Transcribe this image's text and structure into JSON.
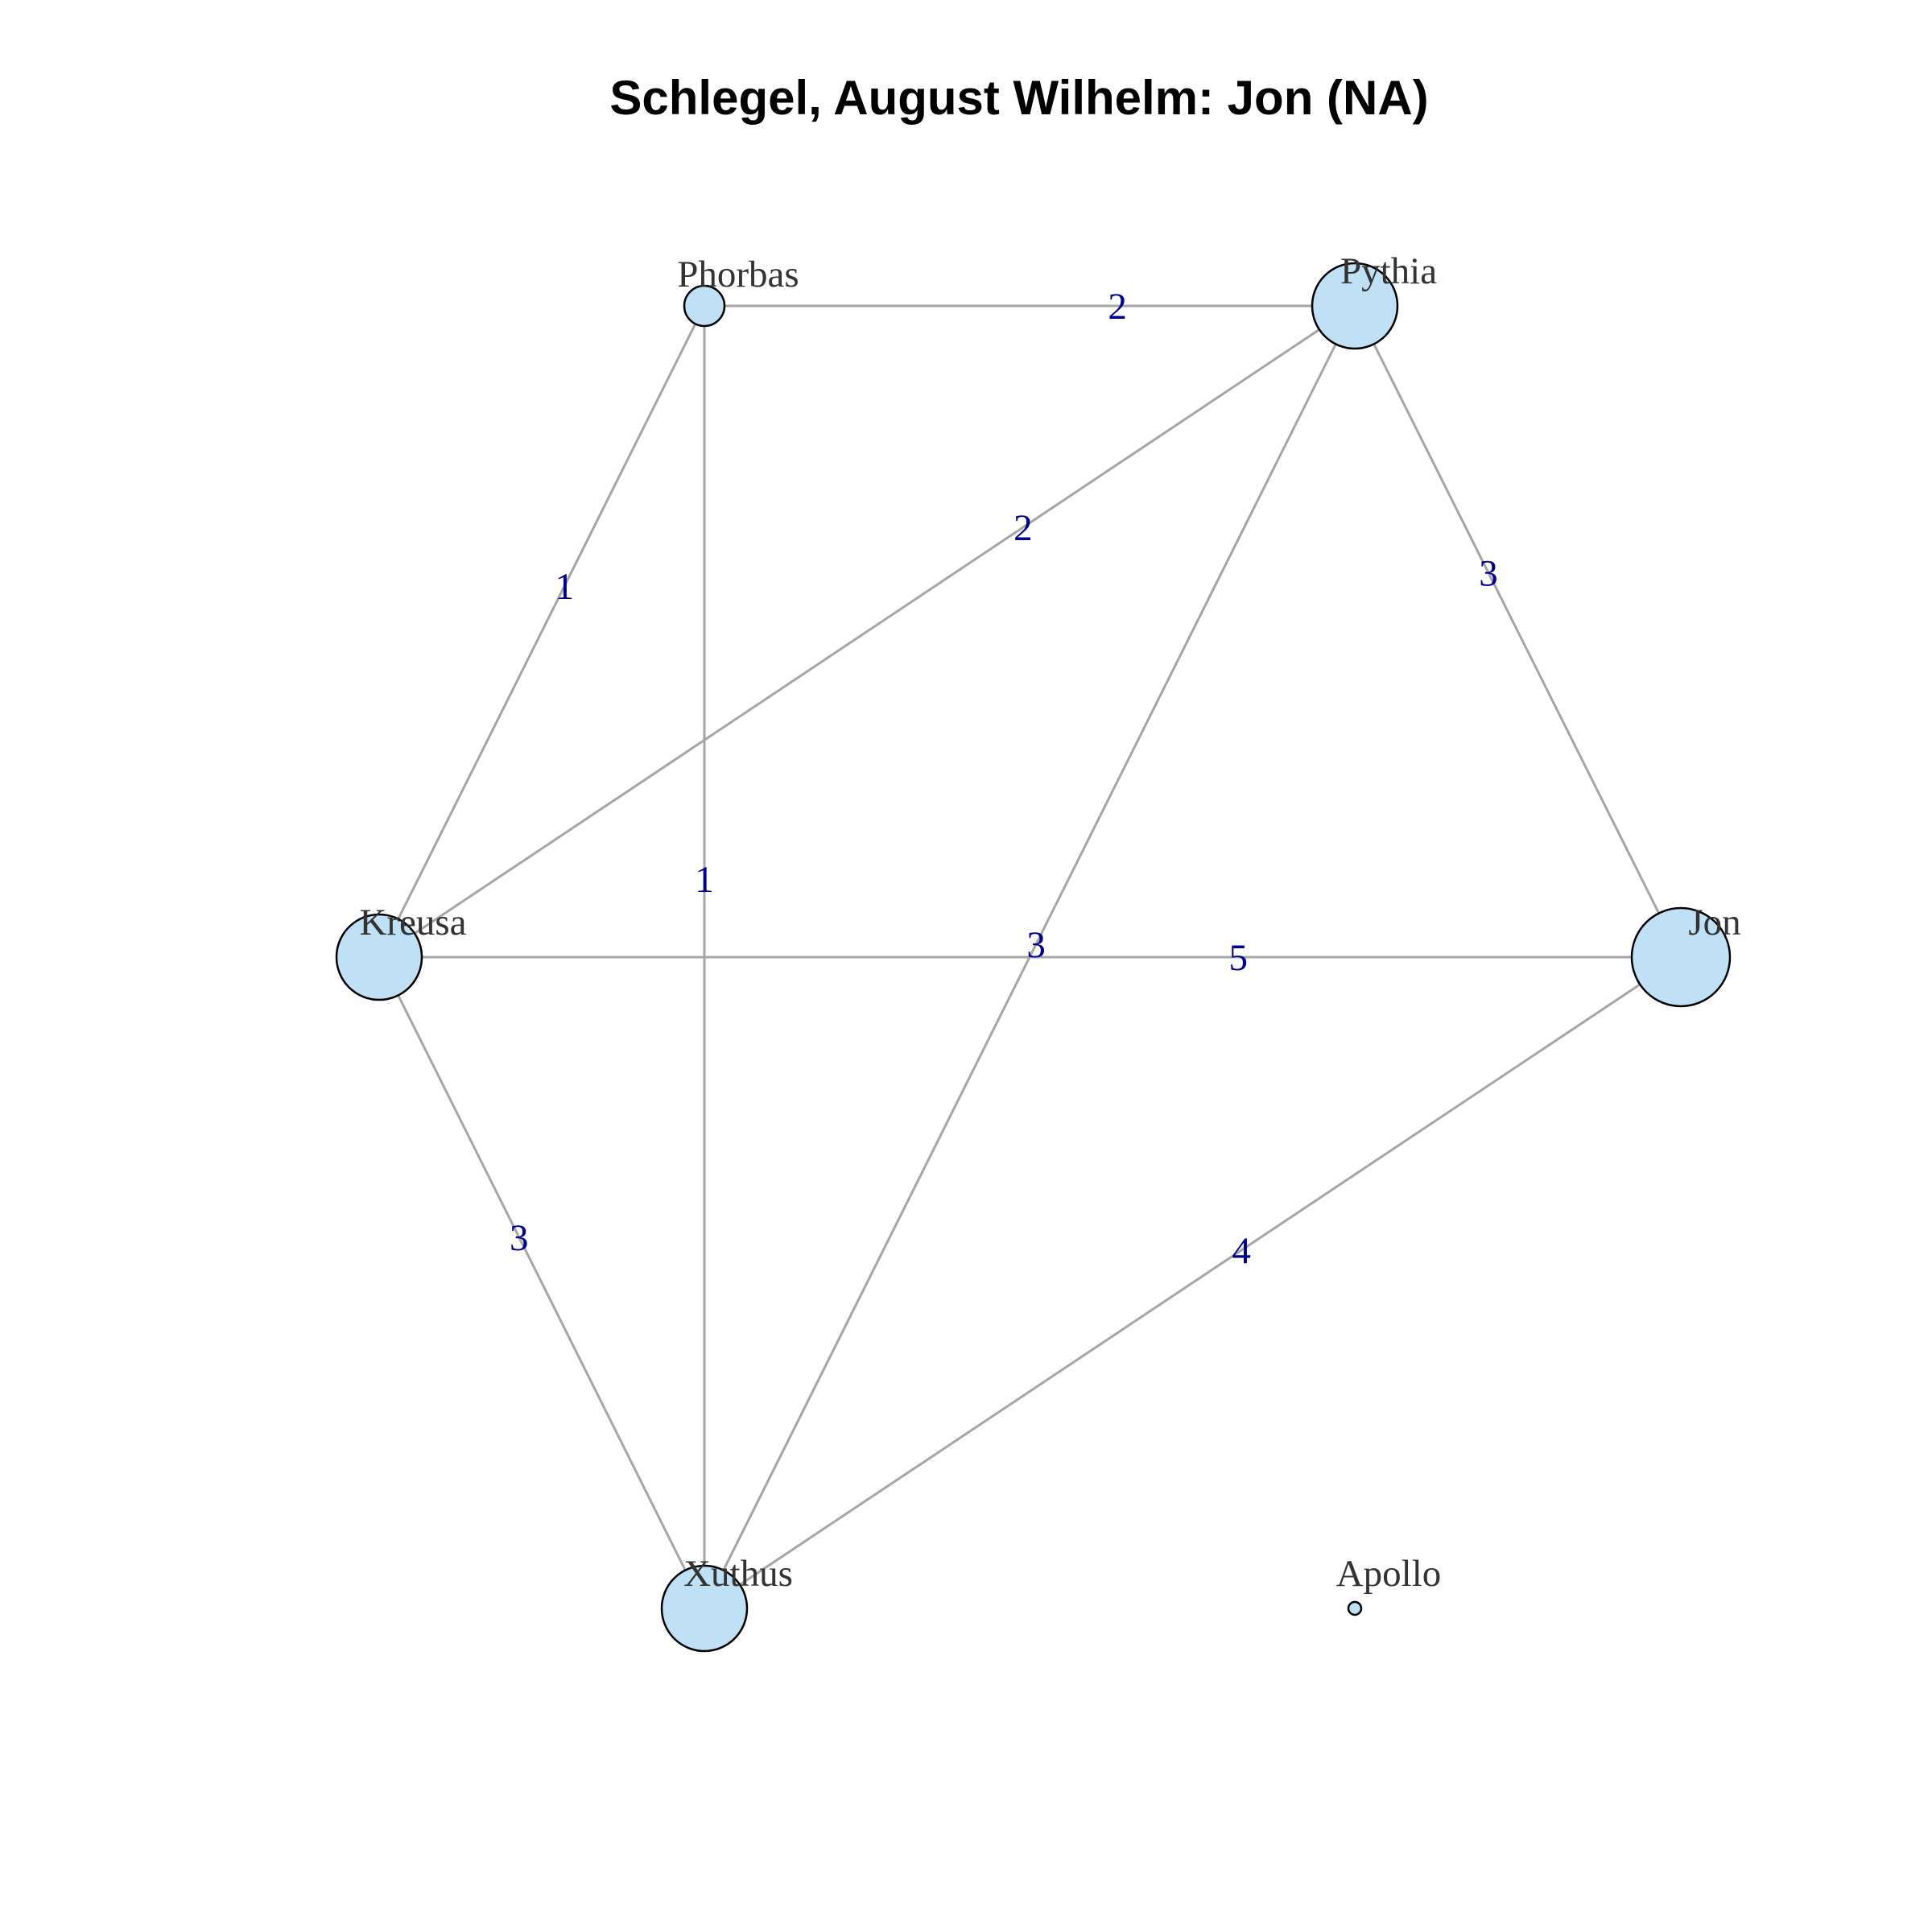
{
  "title": "Schlegel, August Wilhelm: Jon (NA)",
  "colors": {
    "node_fill": "#bfe0f5",
    "node_stroke": "#000000",
    "edge": "#a6a6a6",
    "edge_label": "#00008b",
    "node_label": "#333333",
    "title": "#000000"
  },
  "nodes": [
    {
      "id": "phorbas",
      "label": "Phorbas",
      "size": "small"
    },
    {
      "id": "pythia",
      "label": "Pythia",
      "size": "large"
    },
    {
      "id": "kreusa",
      "label": "Kreusa",
      "size": "large"
    },
    {
      "id": "jon",
      "label": "Jon",
      "size": "largest"
    },
    {
      "id": "xuthus",
      "label": "Xuthus",
      "size": "large"
    },
    {
      "id": "apollo",
      "label": "Apollo",
      "size": "tiny"
    }
  ],
  "edges": [
    {
      "source": "phorbas",
      "target": "pythia",
      "weight": "2"
    },
    {
      "source": "phorbas",
      "target": "kreusa",
      "weight": "1"
    },
    {
      "source": "phorbas",
      "target": "xuthus",
      "weight": "1"
    },
    {
      "source": "pythia",
      "target": "kreusa",
      "weight": "2"
    },
    {
      "source": "pythia",
      "target": "xuthus",
      "weight": "3"
    },
    {
      "source": "pythia",
      "target": "jon",
      "weight": "3"
    },
    {
      "source": "kreusa",
      "target": "jon",
      "weight": "5"
    },
    {
      "source": "kreusa",
      "target": "xuthus",
      "weight": "3"
    },
    {
      "source": "jon",
      "target": "xuthus",
      "weight": "4"
    }
  ]
}
